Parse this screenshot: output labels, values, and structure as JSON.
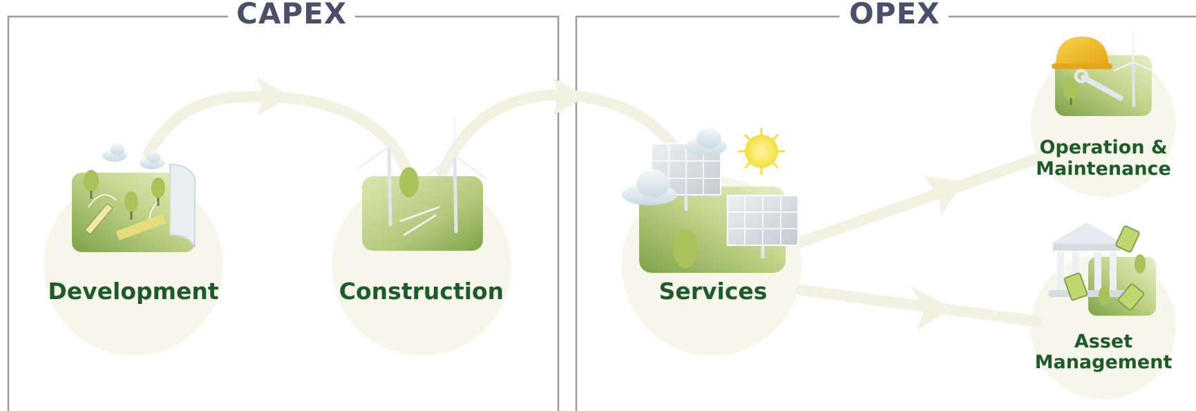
{
  "sections": {
    "capex": {
      "title": "CAPEX"
    },
    "opex": {
      "title": "OPEX"
    }
  },
  "stages": {
    "development": {
      "label": "Development",
      "icon": "blueprint-pencil-ruler-icon"
    },
    "construction": {
      "label": "Construction",
      "icon": "wind-turbine-construction-icon"
    },
    "services": {
      "label": "Services",
      "icon": "solar-panels-sun-icon"
    },
    "operation": {
      "label_line1": "Operation &",
      "label_line2": "Maintenance",
      "icon": "hardhat-wrench-turbine-icon"
    },
    "asset": {
      "label_line1": "Asset",
      "label_line2": "Management",
      "icon": "bank-money-icon"
    }
  },
  "colors": {
    "frame": "#9a9aa0",
    "title": "#4a4f6a",
    "label": "#1e5a2a",
    "circle": "#f6f6ea",
    "arrow": "#f1f2e2",
    "green_light": "#c9d98e",
    "green_dark": "#7ea24a"
  }
}
